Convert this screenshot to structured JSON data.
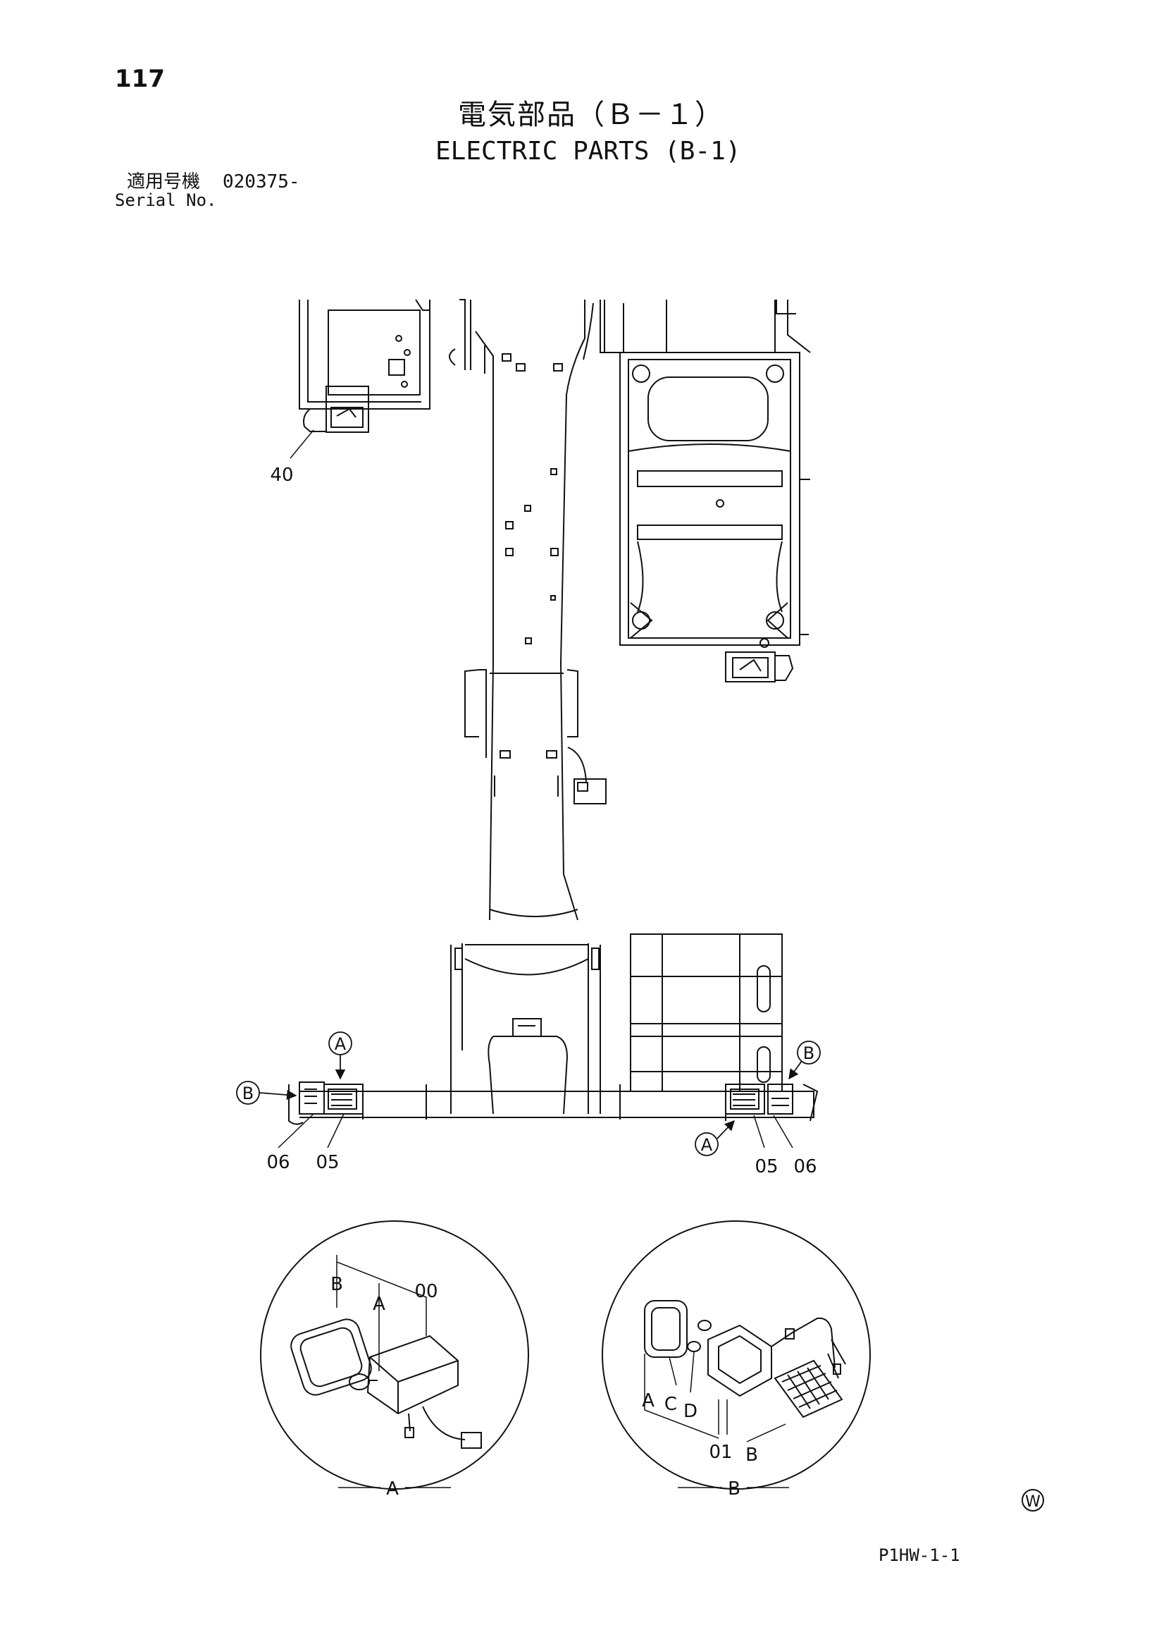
{
  "header": {
    "page_number": "117",
    "title_ja": "電気部品（Ｂ－１）",
    "title_en": "ELECTRIC PARTS (B-1)",
    "serial_label_ja": "適用号機",
    "serial_value": "020375-",
    "serial_label_en": "Serial No."
  },
  "callouts": {
    "part_40": "40",
    "part_06_left": "06",
    "part_05_left": "05",
    "part_05_right": "05",
    "part_06_right": "06",
    "ref_a_left": "A",
    "ref_b_left": "B",
    "ref_a_right": "A",
    "ref_b_right": "B"
  },
  "detail_a": {
    "caption": "A",
    "label_b": "B",
    "label_a": "A",
    "label_00": "00"
  },
  "detail_b": {
    "caption": "B",
    "label_a": "A",
    "label_c": "C",
    "label_d": "D",
    "label_b": "B",
    "label_01": "01"
  },
  "footer": {
    "mark": "W",
    "drawing_code": "P1HW-1-1"
  }
}
